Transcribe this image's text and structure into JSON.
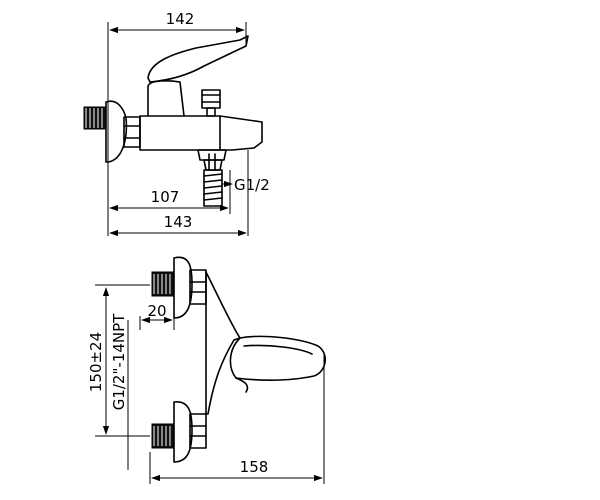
{
  "top_view": {
    "dim_overall_width": "142",
    "dim_spout_reach": "107",
    "dim_overall_reach": "143",
    "label_outlet_thread": "G1/2"
  },
  "side_view": {
    "dim_center_distance": "150±24",
    "label_inlet_thread": "G1/2\"-14NPT",
    "dim_wall_offset": "20",
    "dim_overall_depth": "158"
  }
}
